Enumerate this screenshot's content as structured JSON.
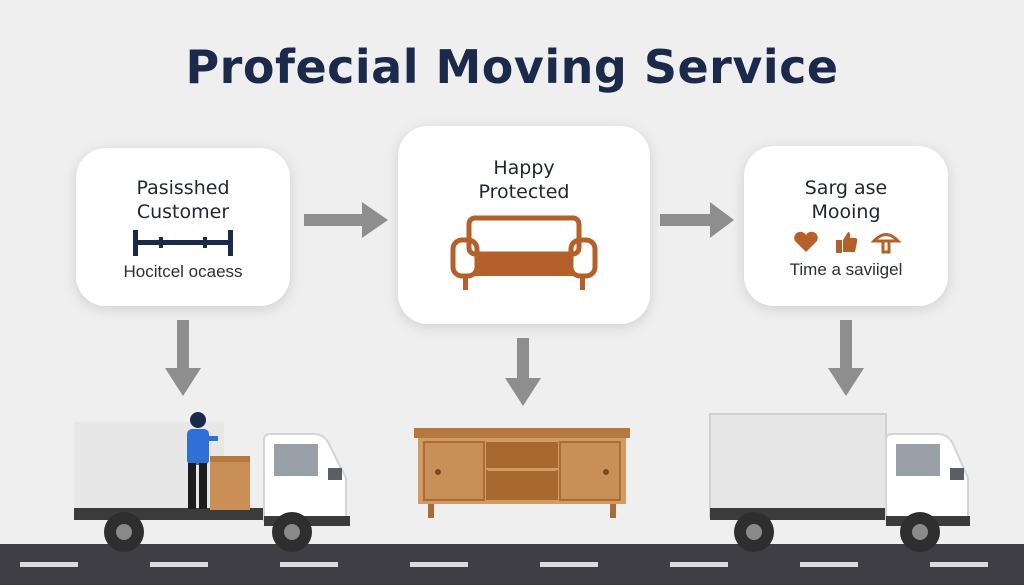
{
  "title": "Profecial Moving Service",
  "cards": [
    {
      "line1": "Pasisshed",
      "line2": "Customer",
      "sub": "Hocitcel ocaess"
    },
    {
      "line1": "Happy",
      "line2": "Protected"
    },
    {
      "line1": "Sarg ase",
      "line2": "Mooing",
      "sub": "Time a saviigel"
    }
  ],
  "icons": {
    "card1": "barrier-icon",
    "card2": "sofa-icon",
    "card3": [
      "heart-icon",
      "thumbs-up-icon",
      "mushroom-icon"
    ],
    "flow": "right-arrow-icon",
    "down": "down-arrow-icon"
  },
  "colors": {
    "title": "#1b2a4a",
    "arrow": "#8e8e8e",
    "brown": "#b5602a",
    "wood": "#c98f57",
    "road": "#3e3e44",
    "person_shirt": "#2f6fd6"
  }
}
